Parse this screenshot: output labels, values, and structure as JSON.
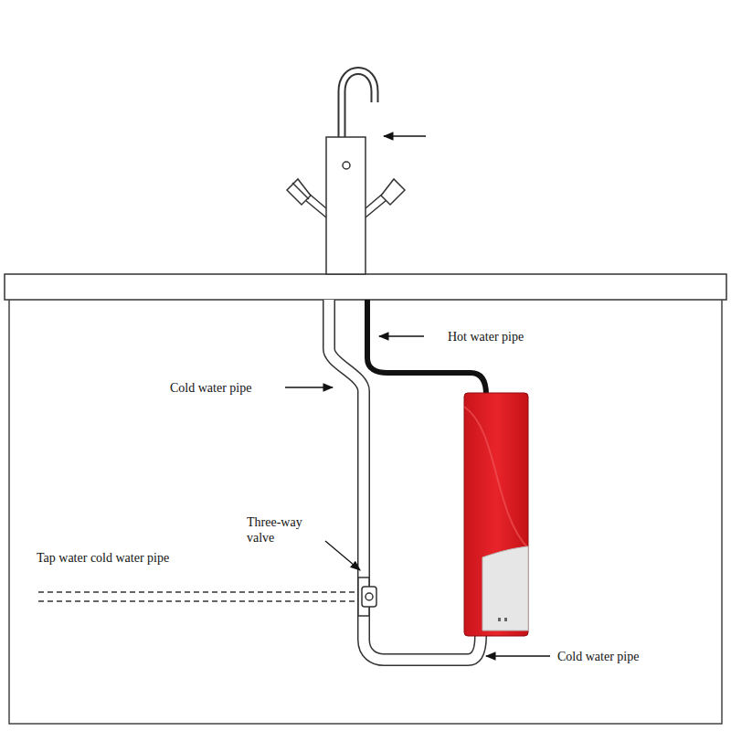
{
  "diagram": {
    "labels": [
      "Hot water pipe",
      "Cold water pipe",
      "Three-way valve",
      "Tap water cold water pipe",
      "Cold water pipe"
    ]
  }
}
